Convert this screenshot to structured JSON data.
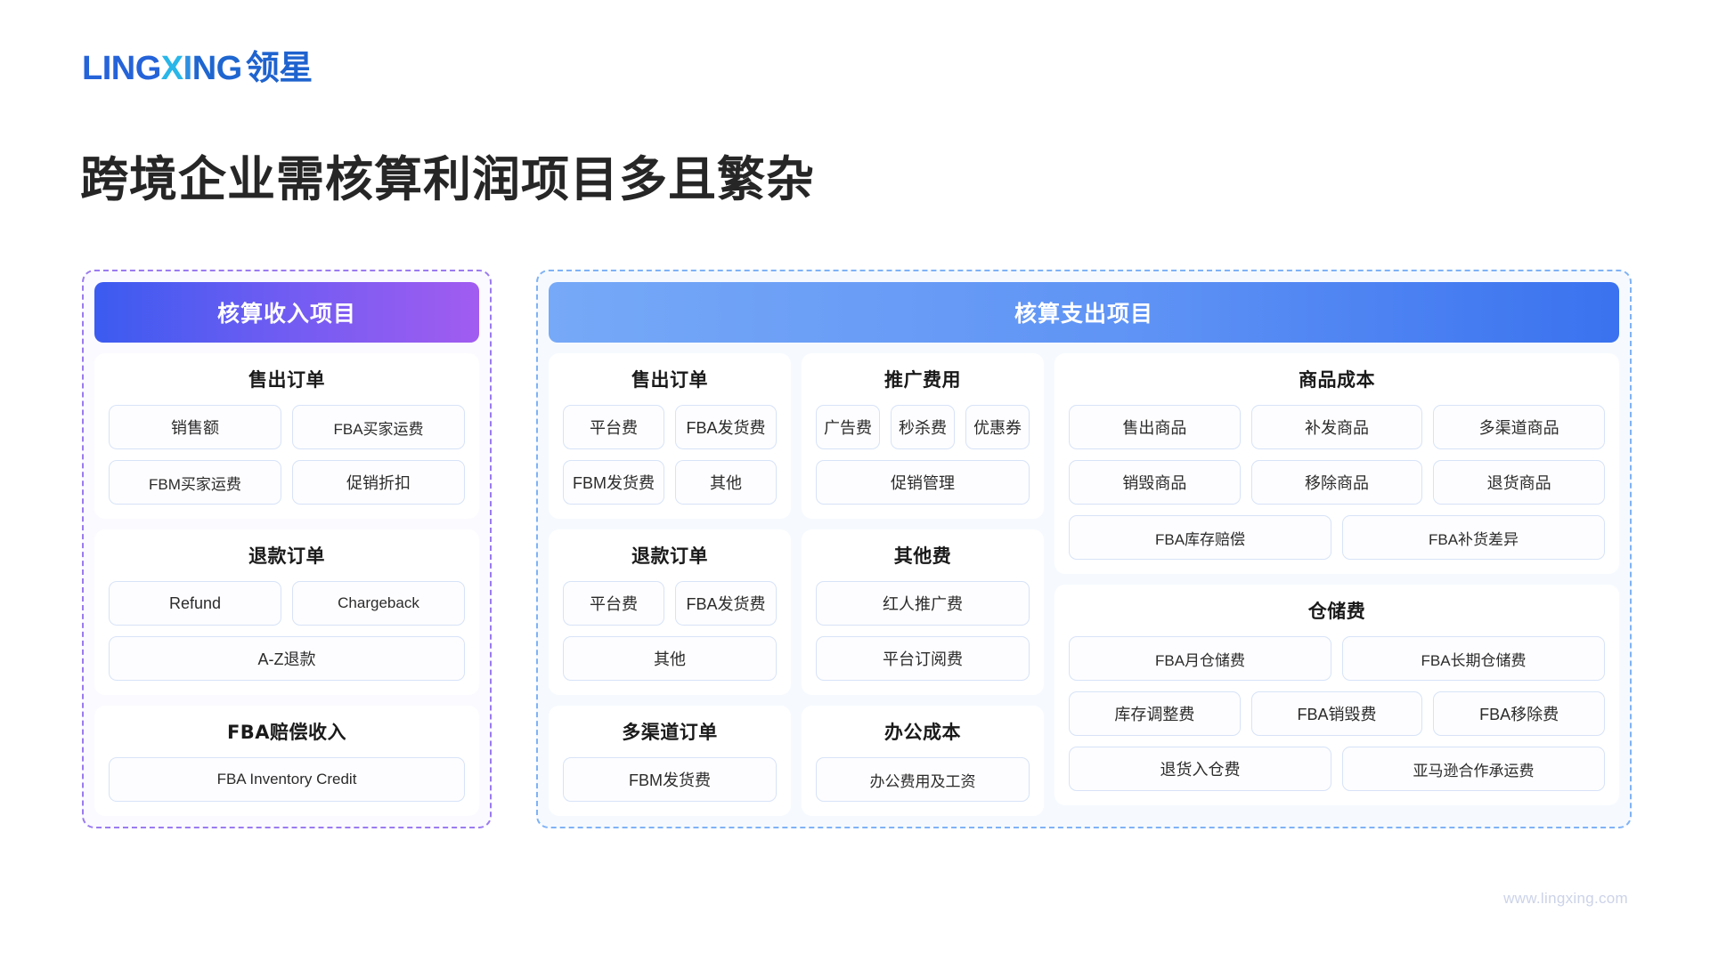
{
  "brand": {
    "name_part1": "LING",
    "name_part2": "X",
    "name_part3": "I",
    "name_part4": "NG",
    "name_cn": "领星",
    "accent_blue": "#2563d9",
    "accent_cyan": "#29b6e8"
  },
  "title": "跨境企业需核算利润项目多且繁杂",
  "watermark": "www.lingxing.com",
  "income_panel": {
    "header": "核算收入项目",
    "border_color": "#9a7bf0",
    "header_gradient_from": "#3b5bf0",
    "header_gradient_to": "#a25cf0",
    "sections": [
      {
        "title": "售出订单",
        "rows": [
          [
            "销售额",
            "FBA买家运费"
          ],
          [
            "FBM买家运费",
            "促销折扣"
          ]
        ]
      },
      {
        "title": "退款订单",
        "rows": [
          [
            "Refund",
            "Chargeback"
          ],
          [
            "A-Z退款"
          ]
        ]
      },
      {
        "title": "FBA赔偿收入",
        "rows": [
          [
            "FBA Inventory Credit"
          ]
        ]
      }
    ]
  },
  "expense_panel": {
    "header": "核算支出项目",
    "border_color": "#7fb2f5",
    "header_gradient_from": "#76a9f7",
    "header_gradient_to": "#3a72ef",
    "columns": [
      {
        "sections": [
          {
            "title": "售出订单",
            "rows": [
              [
                "平台费",
                "FBA发货费"
              ],
              [
                "FBM发货费",
                "其他"
              ]
            ]
          },
          {
            "title": "退款订单",
            "rows": [
              [
                "平台费",
                "FBA发货费"
              ],
              [
                "其他"
              ]
            ]
          },
          {
            "title": "多渠道订单",
            "rows": [
              [
                "FBM发货费"
              ]
            ]
          }
        ]
      },
      {
        "sections": [
          {
            "title": "推广费用",
            "rows": [
              [
                "广告费",
                "秒杀费",
                "优惠券"
              ],
              [
                "促销管理"
              ]
            ]
          },
          {
            "title": "其他费",
            "rows": [
              [
                "红人推广费"
              ],
              [
                "平台订阅费"
              ]
            ]
          },
          {
            "title": "办公成本",
            "rows": [
              [
                "办公费用及工资"
              ]
            ]
          }
        ]
      },
      {
        "sections": [
          {
            "title": "商品成本",
            "rows": [
              [
                "售出商品",
                "补发商品",
                "多渠道商品"
              ],
              [
                "销毁商品",
                "移除商品",
                "退货商品"
              ],
              [
                "FBA库存赔偿",
                "FBA补货差异"
              ]
            ]
          },
          {
            "title": "仓储费",
            "rows": [
              [
                "FBA月仓储费",
                "FBA长期仓储费"
              ],
              [
                "库存调整费",
                "FBA销毁费",
                "FBA移除费"
              ],
              [
                "退货入仓费",
                "亚马逊合作承运费"
              ]
            ]
          }
        ]
      }
    ]
  }
}
